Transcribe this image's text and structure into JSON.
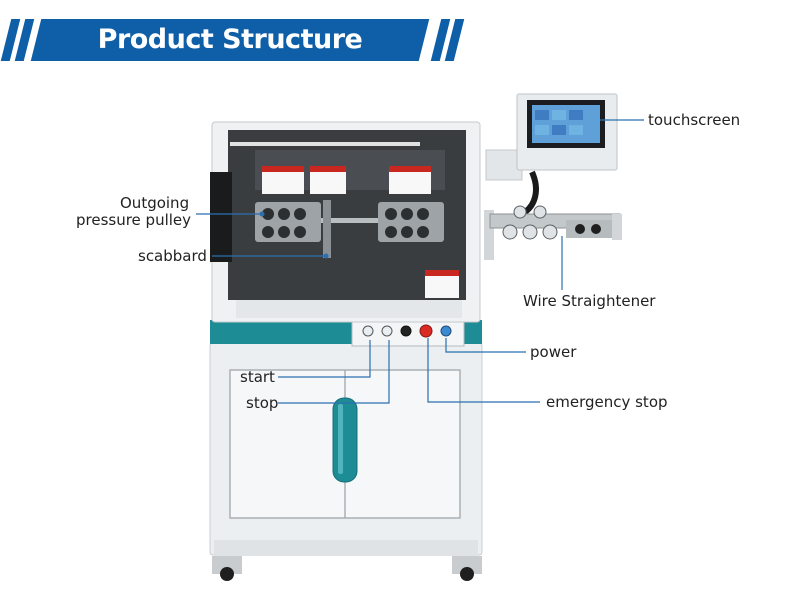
{
  "title": "Product Structure Diagram",
  "labels": {
    "touchscreen": "touchscreen",
    "outgoing_line1": "Outgoing",
    "outgoing_line2": "pressure pulley",
    "scabbard": "scabbard",
    "wire_straightener": "Wire Straightener",
    "power": "power",
    "start": "start",
    "stop": "stop",
    "emergency_stop": "emergency stop"
  },
  "colors": {
    "title_blue": "#0f5fa8",
    "teal": "#1e8c95",
    "leader_blue": "#2a6fb0",
    "machine_white": "#eef0f1"
  }
}
